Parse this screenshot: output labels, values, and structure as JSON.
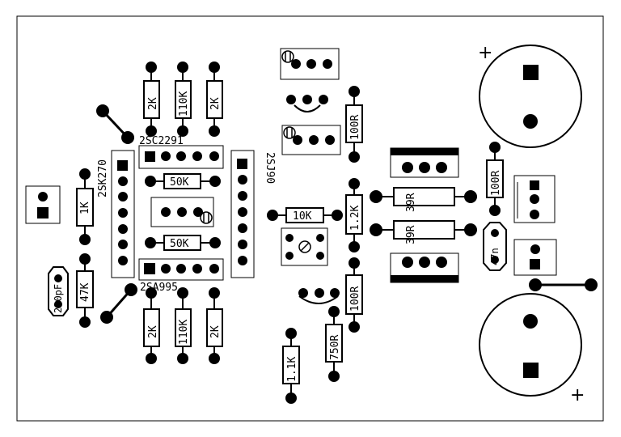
{
  "diagram": {
    "transistors": {
      "q_top": "2SC2291",
      "q_bottom": "2SA995",
      "q_left": "2SK270",
      "q_right": "2SJ90"
    },
    "resistors": {
      "r_top_1": "2K",
      "r_top_2": "110K",
      "r_top_3": "2K",
      "r_bot_1": "2K",
      "r_bot_2": "110K",
      "r_bot_3": "2K",
      "r_50k_top": "50K",
      "r_50k_bot": "50K",
      "r_1k": "1K",
      "r_47k": "47K",
      "r_10k": "10K",
      "r_100r_top": "100R",
      "r_1_2k": "1.2K",
      "r_100r_bot": "100R",
      "r_750r": "750R",
      "r_1_1k": "1.1K",
      "r_39r_top": "39R",
      "r_39r_bot": "39R",
      "r_100r_right": "100R"
    },
    "capacitors": {
      "c_220pf": "220pF",
      "c_47n": "47n"
    },
    "polarity": {
      "plus_top": "+",
      "plus_bottom": "+"
    }
  }
}
